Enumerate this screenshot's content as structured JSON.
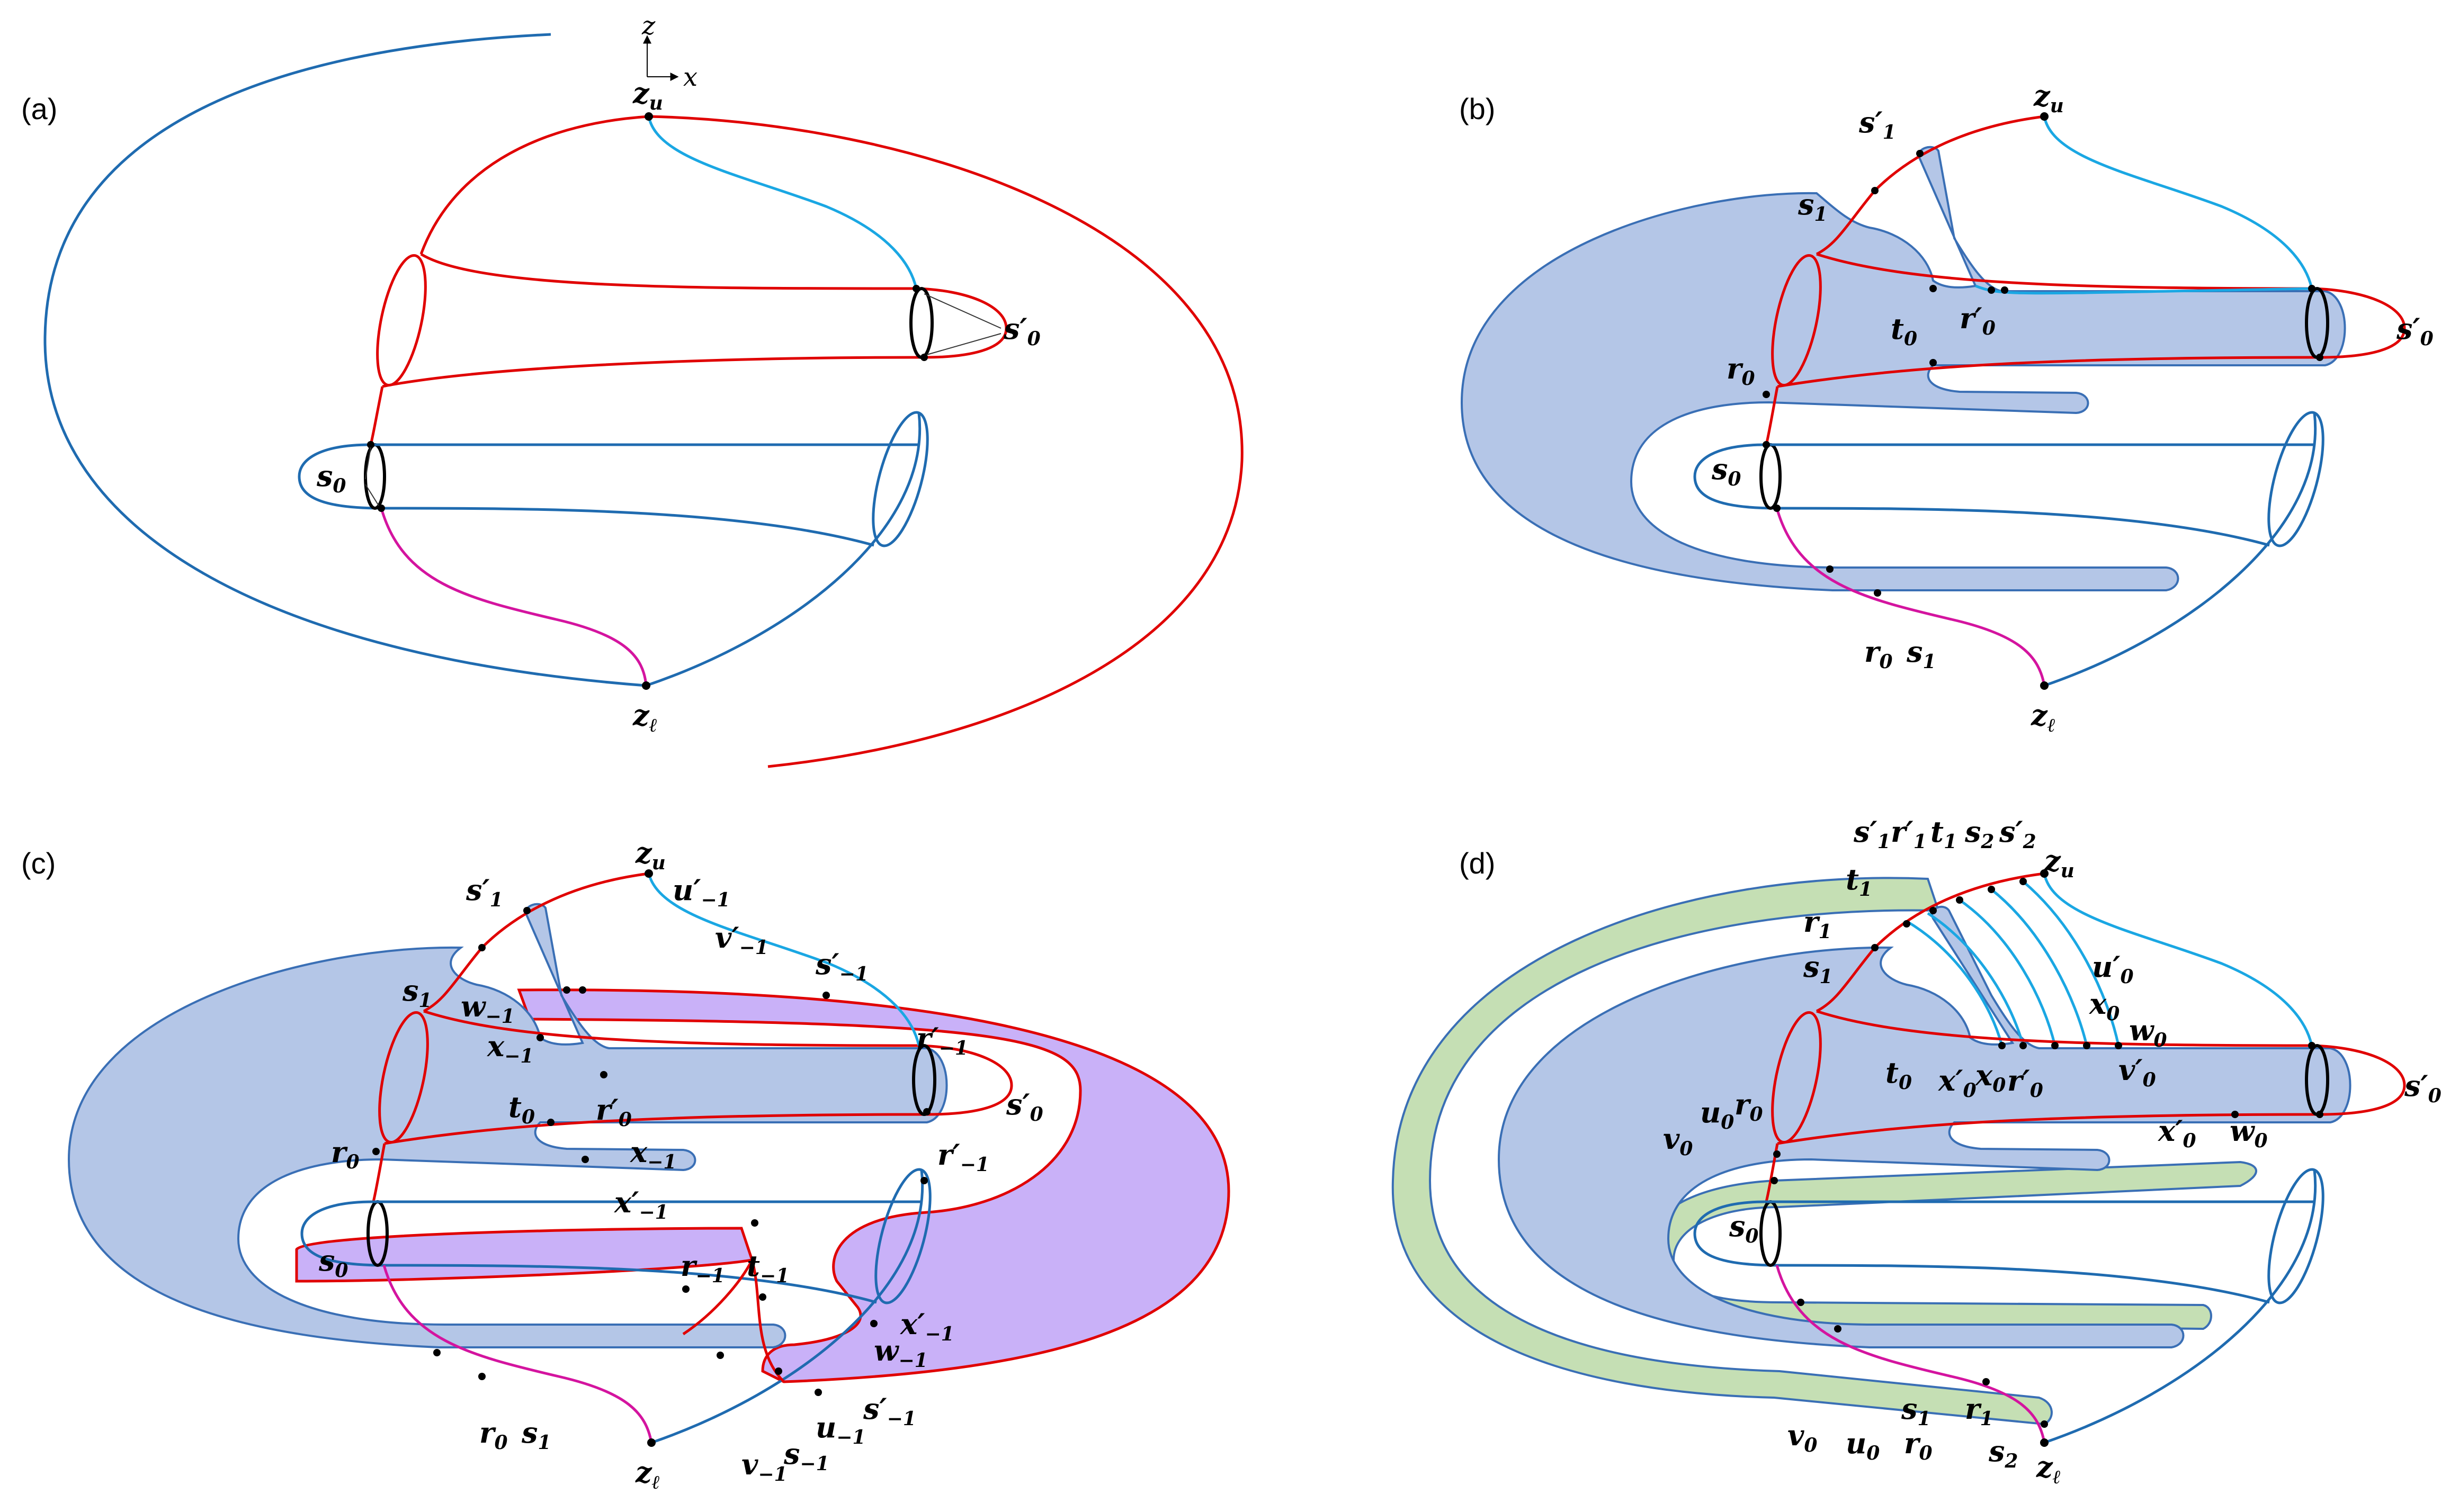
{
  "axes": {
    "z": "z",
    "x": "x"
  },
  "panels": {
    "a": {
      "label": "(a)",
      "points": {
        "zu": "z",
        "zu_sub": "u",
        "zl": "z",
        "zl_sub": "ℓ",
        "s0p": "s′",
        "s0p_sub": "0",
        "s0": "s",
        "s0_sub": "0"
      }
    },
    "b": {
      "label": "(b)",
      "points": {
        "zu": "z",
        "zu_sub": "u",
        "zl": "z",
        "zl_sub": "ℓ",
        "s1p": "s′",
        "s1p_sub": "1",
        "s1": "s",
        "s1_sub": "1",
        "t0": "t",
        "t0_sub": "0",
        "r0p": "r′",
        "r0p_sub": "0",
        "s0p": "s′",
        "s0p_sub": "0",
        "r0": "r",
        "r0_sub": "0",
        "s0": "s",
        "s0_sub": "0",
        "r0b": "r",
        "r0b_sub": "0",
        "s1b": "s",
        "s1b_sub": "1"
      }
    },
    "c": {
      "label": "(c)",
      "points": {
        "zu": "z",
        "zu_sub": "u",
        "zl": "z",
        "zl_sub": "ℓ",
        "s1p": "s′",
        "s1p_sub": "1",
        "um1p": "u′",
        "um1p_sub": "−1",
        "vm1p": "v′",
        "vm1p_sub": "−1",
        "sm1p": "s′",
        "sm1p_sub": "−1",
        "s1": "s",
        "s1_sub": "1",
        "wm1": "w",
        "wm1_sub": "−1",
        "rm1p": "r′",
        "rm1p_sub": "−1",
        "xm1": "x",
        "xm1_sub": "−1",
        "t0": "t",
        "t0_sub": "0",
        "r0p": "r′",
        "r0p_sub": "0",
        "s0p": "s′",
        "s0p_sub": "0",
        "r0": "r",
        "r0_sub": "0",
        "xm1b": "x",
        "xm1b_sub": "−1",
        "rm1pb": "r′",
        "rm1pb_sub": "−1",
        "xm1pp": "x′",
        "xm1pp_sub": "−1",
        "s0": "s",
        "s0_sub": "0",
        "rm1": "r",
        "rm1_sub": "−1",
        "tm1": "t",
        "tm1_sub": "−1",
        "xm1pr": "x′",
        "xm1pr_sub": "−1",
        "wm1b": "w",
        "wm1b_sub": "−1",
        "sm1pb": "s′",
        "sm1pb_sub": "−1",
        "um1": "u",
        "um1_sub": "−1",
        "sm1": "s",
        "sm1_sub": "−1",
        "vm1": "v",
        "vm1_sub": "−1",
        "r0b": "r",
        "r0b_sub": "0",
        "s1b": "s",
        "s1b_sub": "1"
      }
    },
    "d": {
      "label": "(d)",
      "points": {
        "zu": "z",
        "zu_sub": "u",
        "zl": "z",
        "zl_sub": "ℓ",
        "s1p": "s′",
        "s1p_sub": "1",
        "r1p": "r′",
        "r1p_sub": "1",
        "t1": "t",
        "t1_sub": "1",
        "s2": "s",
        "s2_sub": "2",
        "s2p": "s′",
        "s2p_sub": "2",
        "t1b": "t",
        "t1b_sub": "1",
        "r1": "r",
        "r1_sub": "1",
        "s1": "s",
        "s1_sub": "1",
        "u0p": "u′",
        "u0p_sub": "0",
        "x0": "x",
        "x0_sub": "0",
        "w0": "w",
        "w0_sub": "0",
        "t0": "t",
        "t0_sub": "0",
        "x0p": "x′",
        "x0p_sub": "0",
        "x0b": "x",
        "x0b_sub": "0",
        "r0p": "r′",
        "r0p_sub": "0",
        "v0p": "v′",
        "v0p_sub": "0",
        "s0p": "s′",
        "s0p_sub": "0",
        "u0": "u",
        "u0_sub": "0",
        "r0": "r",
        "r0_sub": "0",
        "v0": "v",
        "v0_sub": "0",
        "x0pb": "x′",
        "x0pb_sub": "0",
        "w0b": "w",
        "w0b_sub": "0",
        "s0": "s",
        "s0_sub": "0",
        "v0b": "v",
        "v0b_sub": "0",
        "u0b": "u",
        "u0b_sub": "0",
        "r0b": "r",
        "r0b_sub": "0",
        "s1b": "s",
        "s1b_sub": "1",
        "r1b": "r",
        "r1b_sub": "1",
        "s2b": "s",
        "s2b_sub": "2"
      }
    }
  },
  "colors": {
    "red": "#e00000",
    "blue": "#1f6bb0",
    "cyan": "#1aa7e3",
    "magenta": "#d4149f",
    "shade_blue": "#b4c6e7",
    "shade_purple": "#c9b1f8",
    "shade_green": "#c5dfb4"
  }
}
